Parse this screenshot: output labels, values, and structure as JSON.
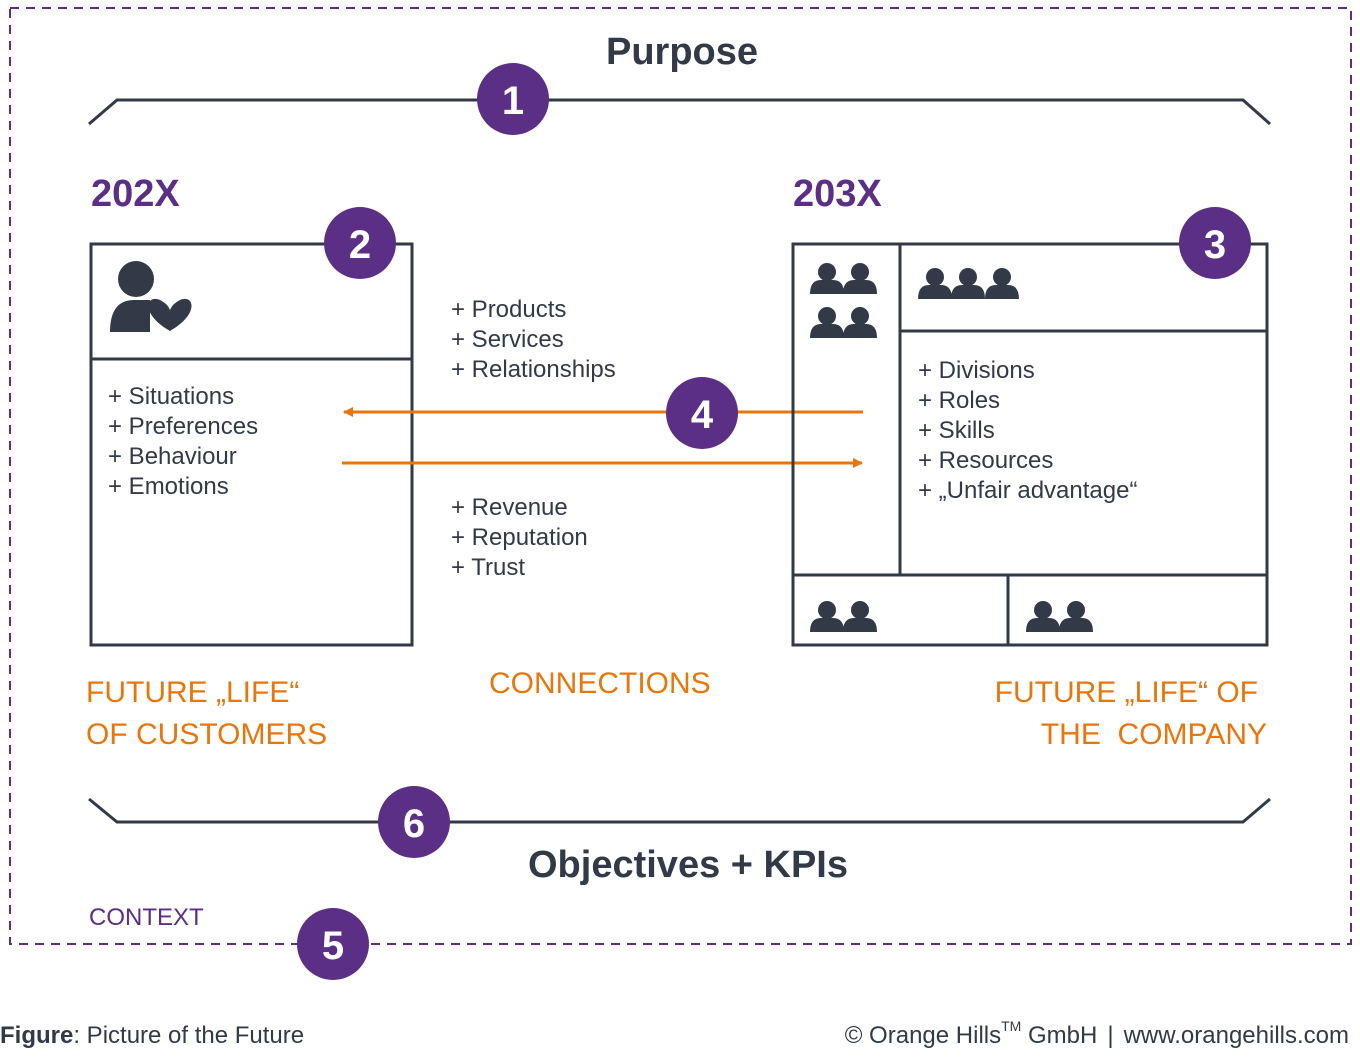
{
  "purpose": {
    "title": "Purpose",
    "badge": "1"
  },
  "customers": {
    "year": "202X",
    "badge": "2",
    "items": [
      "+ Situations",
      "+ Preferences",
      "+ Behaviour",
      "+ Emotions"
    ],
    "caption": [
      "FUTURE „LIFE“",
      "OF CUSTOMERS"
    ]
  },
  "company": {
    "year": "203X",
    "badge": "3",
    "items": [
      "+ Divisions",
      "+ Roles",
      "+ Skills",
      "+ Resources",
      "+ „Unfair advantage“"
    ],
    "caption": [
      "FUTURE „LIFE“ OF",
      "THE  COMPANY"
    ]
  },
  "connections": {
    "badge": "4",
    "top_items": [
      "+ Products",
      "+ Services",
      "+ Relationships"
    ],
    "bottom_items": [
      "+ Revenue",
      "+ Reputation",
      "+ Trust"
    ],
    "caption": "CONNECTIONS"
  },
  "context": {
    "label": "CONTEXT",
    "badge": "5"
  },
  "objectives": {
    "title": "Objectives + KPIs",
    "badge": "6"
  },
  "footer": {
    "figure_label": "Figure",
    "figure_rest": ": Picture of the Future",
    "copyright_a": "© Orange Hills",
    "trademark": "TM",
    "copyright_b": " GmbH",
    "separator": "|",
    "website": "www.orangehills.com"
  },
  "colors": {
    "purple": "#5b2f86",
    "dark": "#323a48",
    "orange": "#e9760c"
  }
}
